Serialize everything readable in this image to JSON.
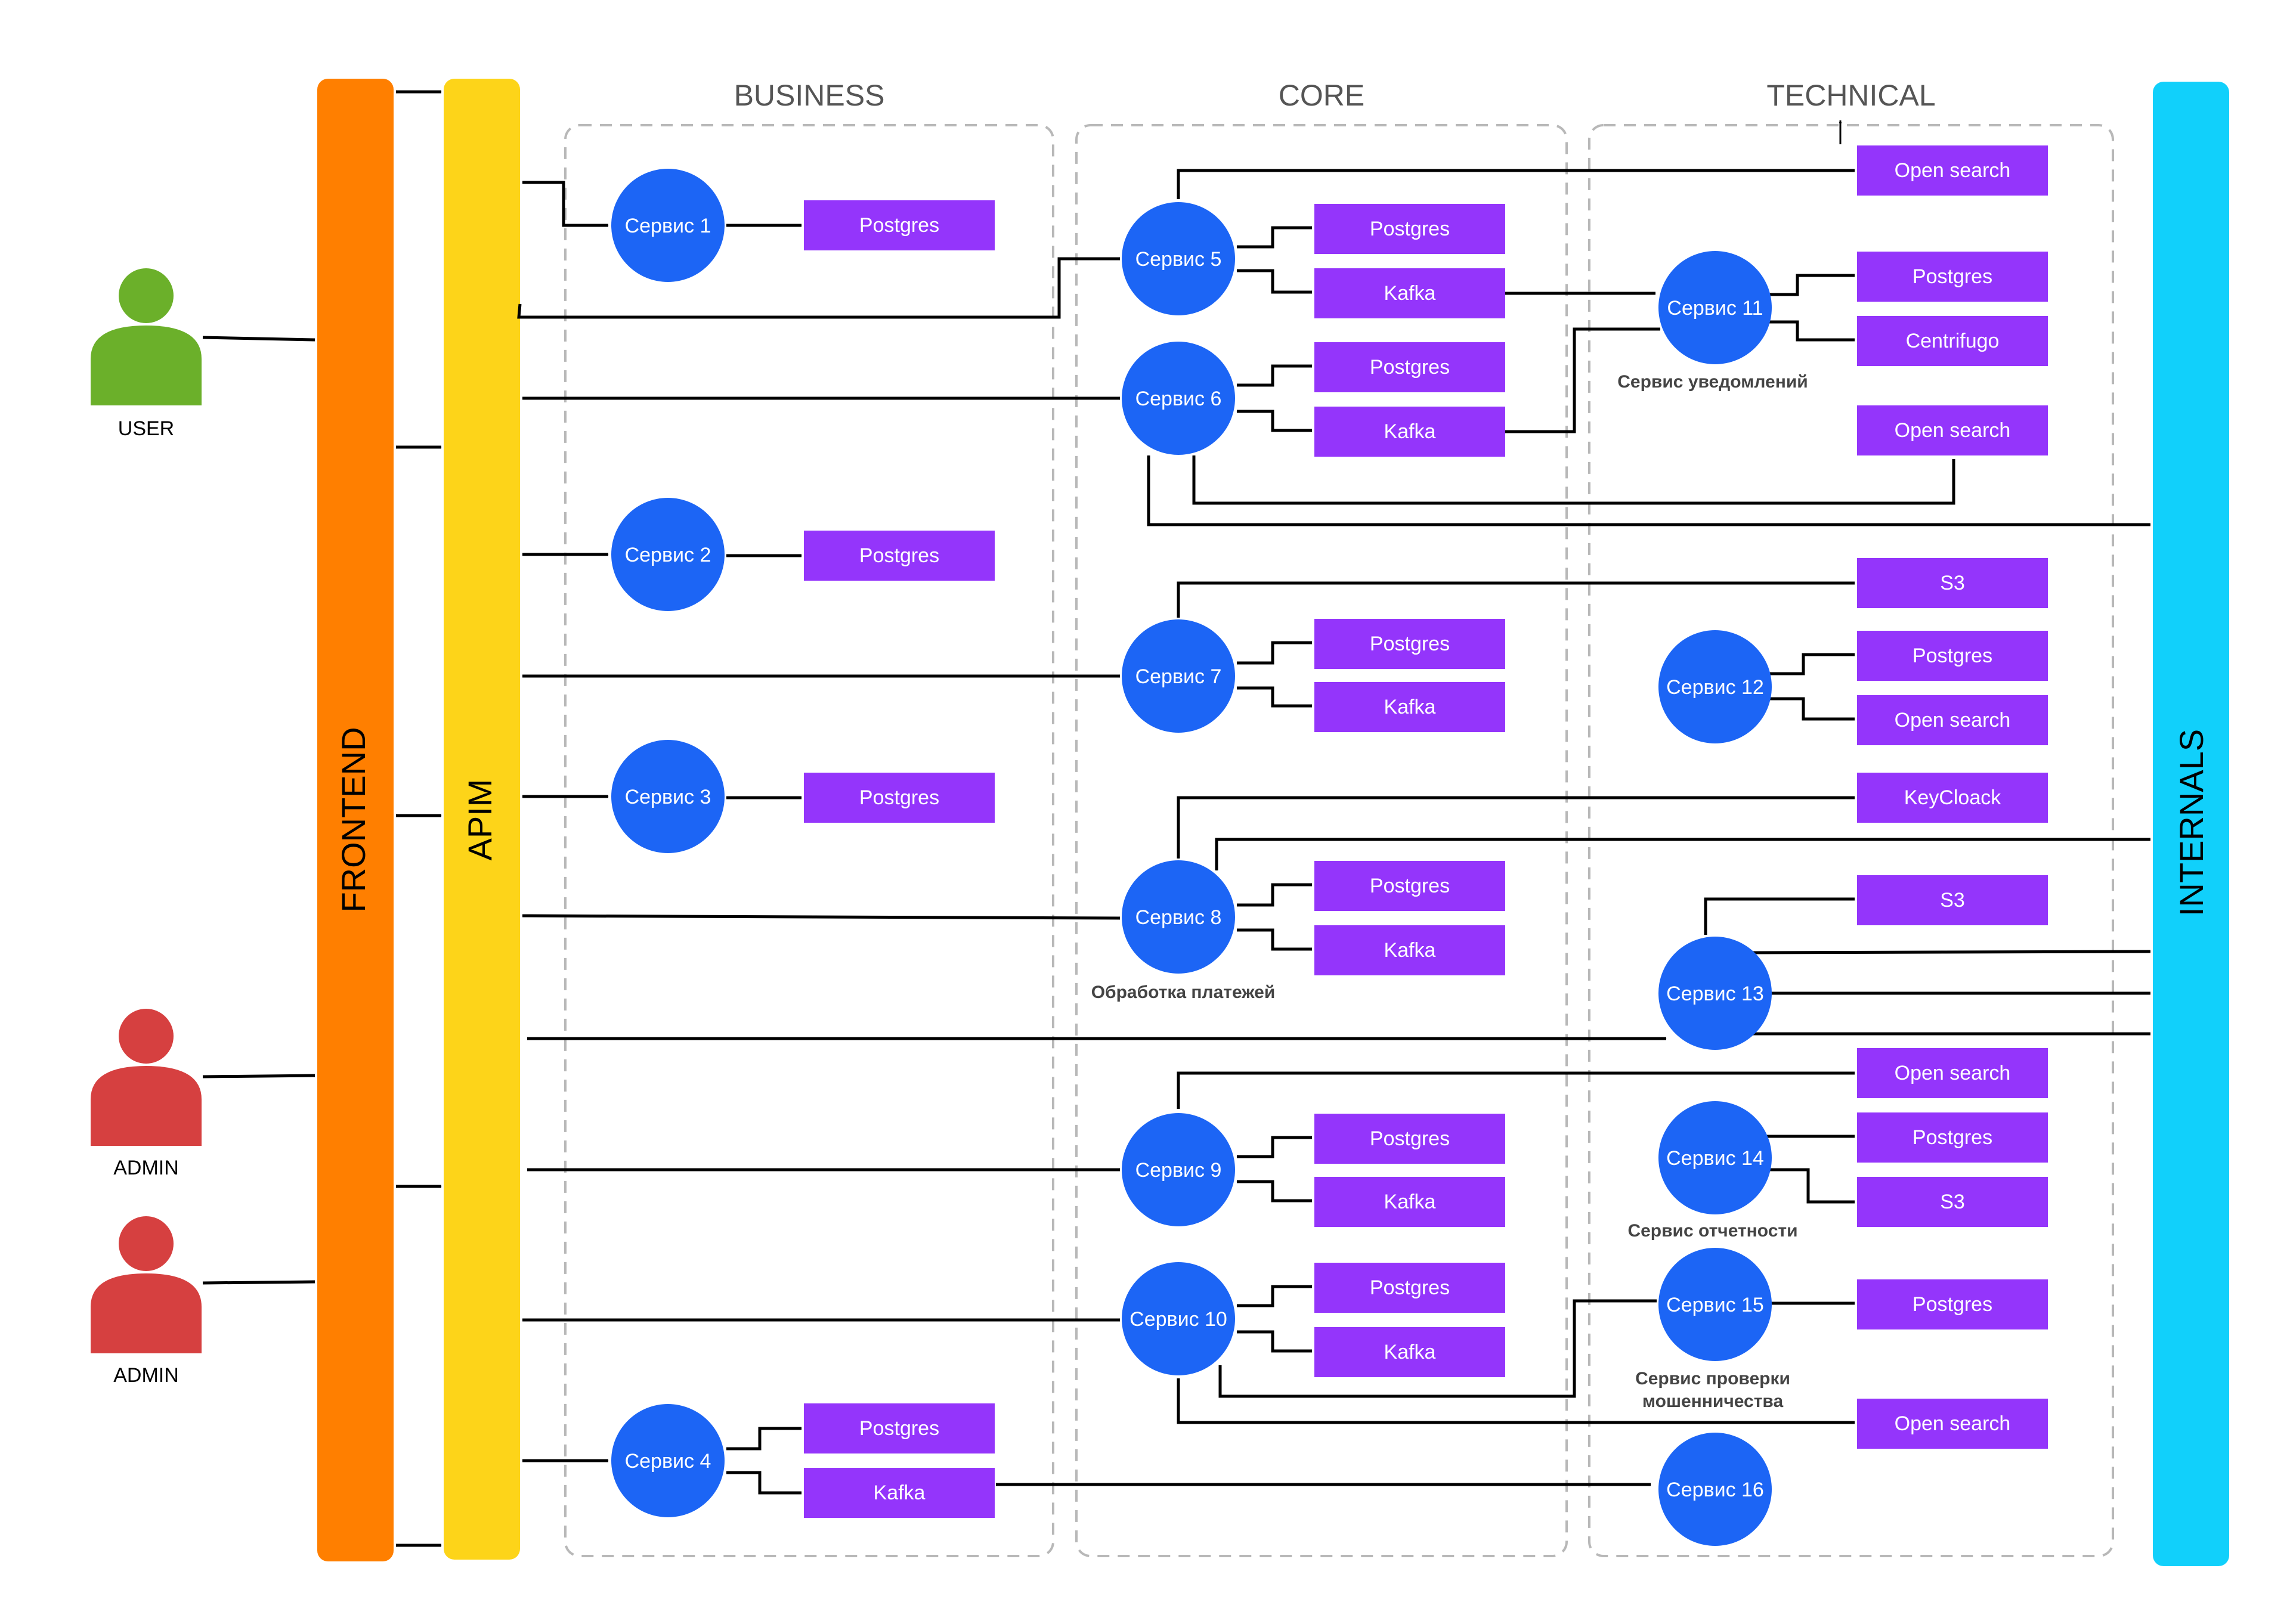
{
  "colors": {
    "frontend": "#ff7f00",
    "apim": "#fdd419",
    "internals": "#11d0fb",
    "service": "#1c65f5",
    "db": "#9435fb",
    "user": "#6bb02a",
    "admin": "#d64040",
    "zone_border": "#b8b8b8",
    "line": "#000000"
  },
  "bars": {
    "frontend": "FRONTEND",
    "apim": "APIM",
    "internals": "INTERNALS"
  },
  "zones": {
    "business": "BUSINESS",
    "core": "CORE",
    "technical": "TECHNICAL"
  },
  "actors": {
    "user": "USER",
    "admin1": "ADMIN",
    "admin2": "ADMIN"
  },
  "services": {
    "s1": "Сервис 1",
    "s2": "Сервис 2",
    "s3": "Сервис 3",
    "s4": "Сервис 4",
    "s5": "Сервис 5",
    "s6": "Сервис 6",
    "s7": "Сервис 7",
    "s8": "Сервис 8",
    "s9": "Сервис 9",
    "s10": "Сервис 10",
    "s11": "Сервис 11",
    "s12": "Сервис 12",
    "s13": "Сервис 13",
    "s14": "Сервис 14",
    "s15": "Сервис 15",
    "s16": "Сервис 16"
  },
  "captions": {
    "s11": "Сервис уведомлений",
    "s8": "Обработка платежей",
    "s14": "Сервис отчетности",
    "s15_line1": "Сервис проверки",
    "s15_line2": "мошенничества"
  },
  "stores": {
    "b1": "Postgres",
    "b2": "Postgres",
    "b3": "Postgres",
    "b4a": "Postgres",
    "b4b": "Kafka",
    "c5a": "Postgres",
    "c5b": "Kafka",
    "c6a": "Postgres",
    "c6b": "Kafka",
    "c7a": "Postgres",
    "c7b": "Kafka",
    "c8a": "Postgres",
    "c8b": "Kafka",
    "c9a": "Postgres",
    "c9b": "Kafka",
    "c10a": "Postgres",
    "c10b": "Kafka",
    "t1": "Open search",
    "t2": "Postgres",
    "t3": "Centrifugo",
    "t4": "Open search",
    "t5": "S3",
    "t6": "Postgres",
    "t7": "Open search",
    "t8": "KeyCloack",
    "t9": "S3",
    "t10": "Open search",
    "t11": "Postgres",
    "t12": "S3",
    "t13": "Postgres",
    "t14": "Open search"
  }
}
